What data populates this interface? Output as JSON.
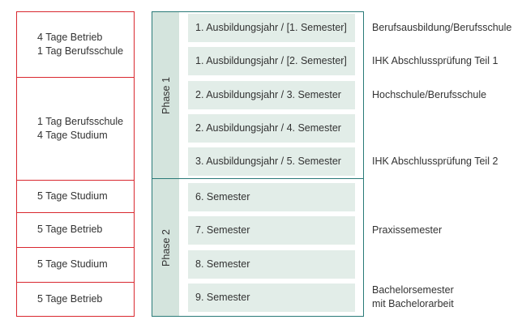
{
  "left_column": [
    {
      "line1": "4 Tage Betrieb",
      "line2": "1 Tag Berufsschule"
    },
    {
      "line1": "1 Tag Berufsschule",
      "line2": "4 Tage Studium"
    },
    {
      "line1": "5 Tage Studium",
      "line2": ""
    },
    {
      "line1": "5 Tage Betrieb",
      "line2": ""
    },
    {
      "line1": "5 Tage Studium",
      "line2": ""
    },
    {
      "line1": "5 Tage Betrieb",
      "line2": ""
    }
  ],
  "phases": [
    "Phase 1",
    "Phase 2"
  ],
  "semesters": [
    "1. Ausbildungsjahr / [1. Semester]",
    "1. Ausbildungsjahr / [2. Semester]",
    "2. Ausbildungsjahr / 3. Semester",
    "2. Ausbildungsjahr / 4. Semester",
    "3. Ausbildungsjahr / 5. Semester",
    "6. Semester",
    "7. Semester",
    "8. Semester",
    "9. Semester"
  ],
  "notes": [
    {
      "line1": "Berufsausbildung/Berufsschule",
      "line2": ""
    },
    {
      "line1": "IHK Abschlussprüfung Teil 1",
      "line2": ""
    },
    {
      "line1": "Hochschule/Berufsschule",
      "line2": ""
    },
    {
      "line1": "IHK Abschlussprüfung Teil 2",
      "line2": ""
    },
    {
      "line1": "Praxissemester",
      "line2": ""
    },
    {
      "line1": "Bachelorsemester",
      "line2": "mit Bachelorarbeit"
    }
  ],
  "colors": {
    "left_border": "#d9282f",
    "phase_border": "#2a7a78",
    "phase_fill": "#d4e4dd",
    "semester_fill": "#e2ede8"
  }
}
